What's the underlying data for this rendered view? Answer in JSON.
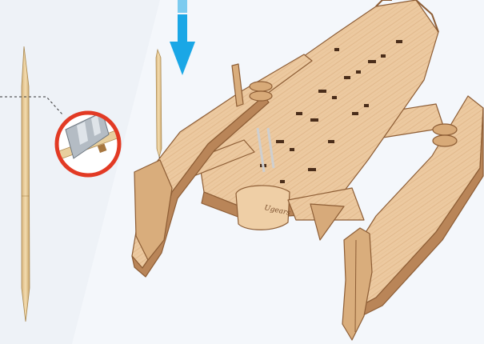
{
  "illustration": {
    "kind": "assembly-instruction-step",
    "model_engraving": "Ugears",
    "colors": {
      "background": "#f4f7fb",
      "plywood_face": "#ecc9a0",
      "plywood_edge": "#b98558",
      "plywood_slot": "#4a2d1a",
      "arrow": "#1aa7e6",
      "callout_ring": "#e23a24",
      "blade": "#b4bcc4",
      "toothpick": "#e8cf9e"
    },
    "icons": [
      "toothpick",
      "cut-callout-circle",
      "down-arrow",
      "trimaran-model"
    ]
  }
}
